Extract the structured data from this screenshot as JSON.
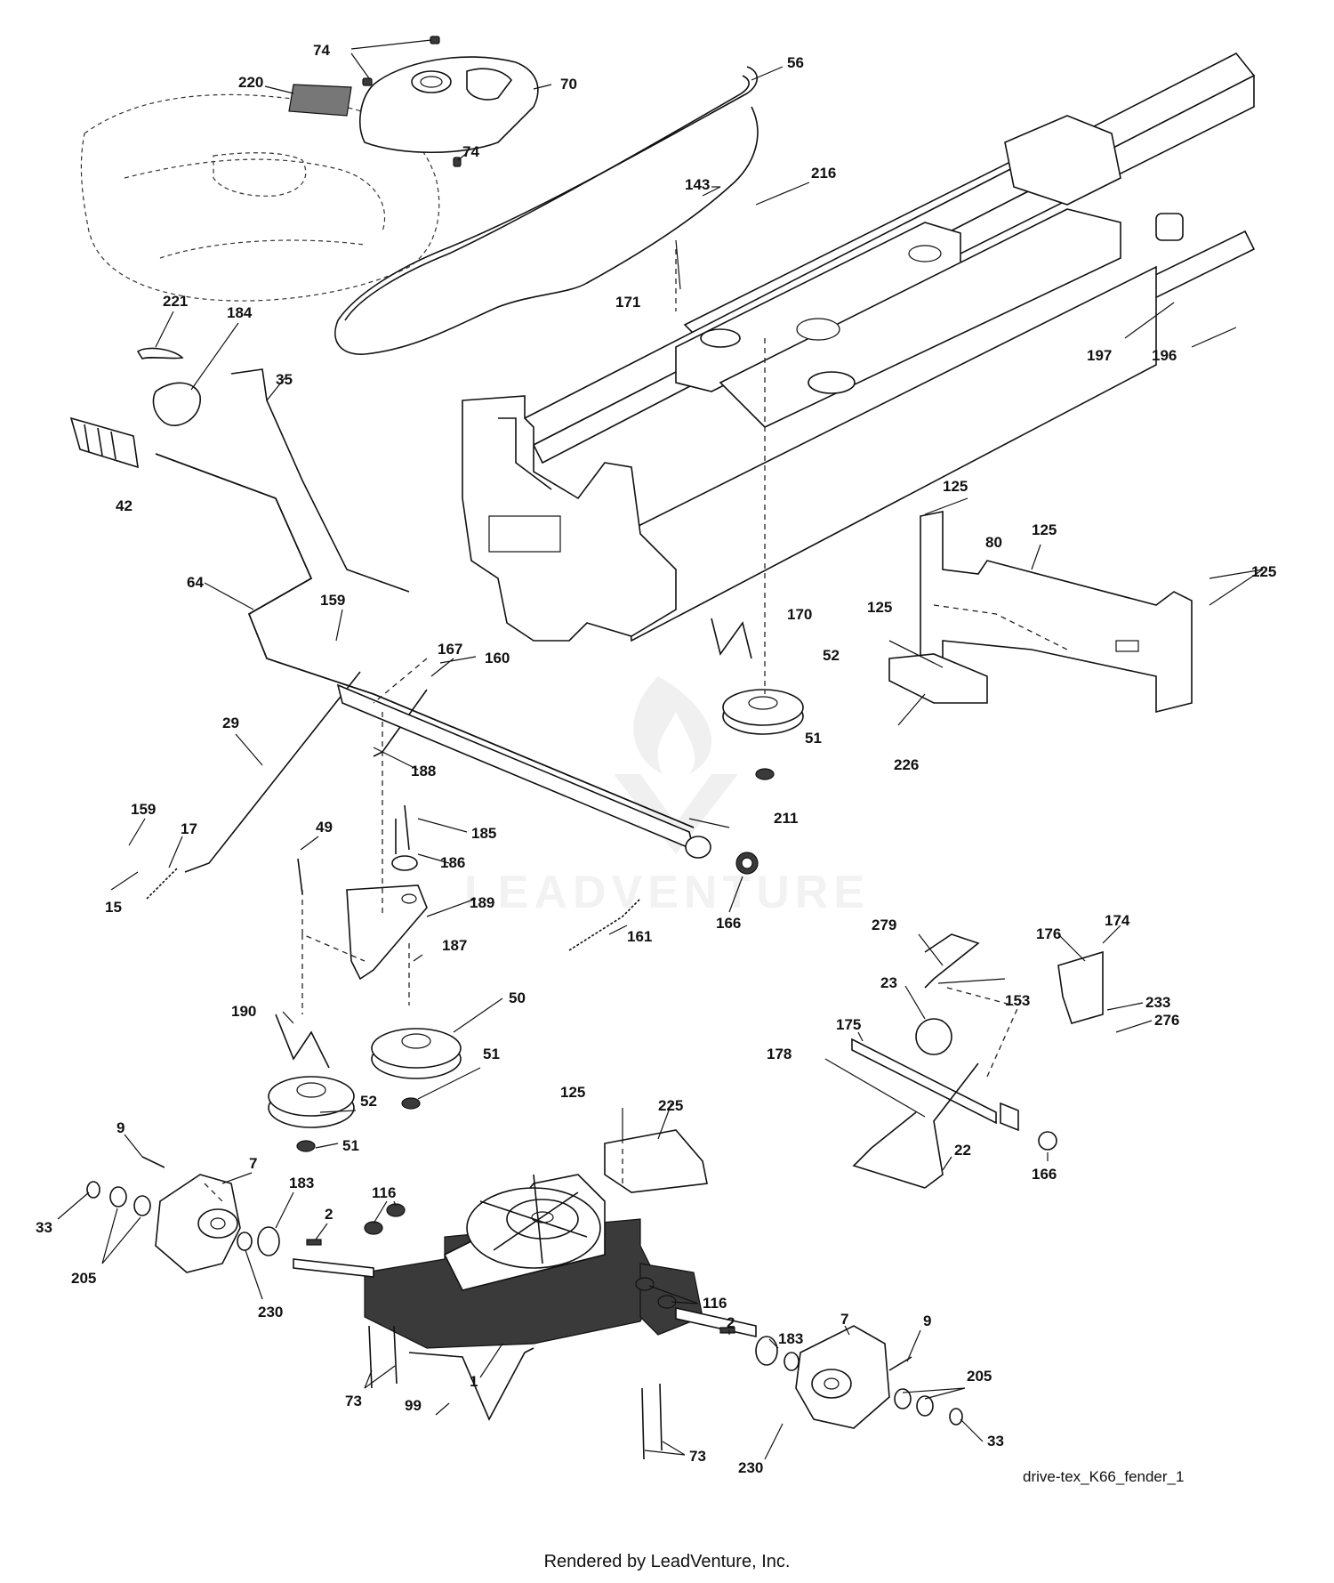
{
  "diagram": {
    "caption": "drive-tex_K66_fender_1",
    "footer": "Rendered by LeadVenture, Inc.",
    "watermark": "LEADVENTURE",
    "callouts": [
      {
        "id": "74",
        "text": "74"
      },
      {
        "id": "74b",
        "text": "74"
      },
      {
        "id": "220",
        "text": "220"
      },
      {
        "id": "70",
        "text": "70"
      },
      {
        "id": "56",
        "text": "56"
      },
      {
        "id": "143",
        "text": "143"
      },
      {
        "id": "216",
        "text": "216"
      },
      {
        "id": "171",
        "text": "171"
      },
      {
        "id": "197",
        "text": "197"
      },
      {
        "id": "196",
        "text": "196"
      },
      {
        "id": "221",
        "text": "221"
      },
      {
        "id": "184",
        "text": "184"
      },
      {
        "id": "35",
        "text": "35"
      },
      {
        "id": "42",
        "text": "42"
      },
      {
        "id": "125a",
        "text": "125"
      },
      {
        "id": "125b",
        "text": "125"
      },
      {
        "id": "125c",
        "text": "125"
      },
      {
        "id": "125d",
        "text": "125"
      },
      {
        "id": "80",
        "text": "80"
      },
      {
        "id": "64",
        "text": "64"
      },
      {
        "id": "159a",
        "text": "159"
      },
      {
        "id": "167",
        "text": "167"
      },
      {
        "id": "160",
        "text": "160"
      },
      {
        "id": "170",
        "text": "170"
      },
      {
        "id": "52a",
        "text": "52"
      },
      {
        "id": "51a",
        "text": "51"
      },
      {
        "id": "226",
        "text": "226"
      },
      {
        "id": "29",
        "text": "29"
      },
      {
        "id": "188",
        "text": "188"
      },
      {
        "id": "159b",
        "text": "159"
      },
      {
        "id": "17",
        "text": "17"
      },
      {
        "id": "49",
        "text": "49"
      },
      {
        "id": "185",
        "text": "185"
      },
      {
        "id": "211",
        "text": "211"
      },
      {
        "id": "186",
        "text": "186"
      },
      {
        "id": "15",
        "text": "15"
      },
      {
        "id": "189",
        "text": "189"
      },
      {
        "id": "166a",
        "text": "166"
      },
      {
        "id": "279",
        "text": "279"
      },
      {
        "id": "176",
        "text": "176"
      },
      {
        "id": "174",
        "text": "174"
      },
      {
        "id": "161",
        "text": "161"
      },
      {
        "id": "187",
        "text": "187"
      },
      {
        "id": "23",
        "text": "23"
      },
      {
        "id": "233",
        "text": "233"
      },
      {
        "id": "153",
        "text": "153"
      },
      {
        "id": "276",
        "text": "276"
      },
      {
        "id": "190",
        "text": "190"
      },
      {
        "id": "50",
        "text": "50"
      },
      {
        "id": "175",
        "text": "175"
      },
      {
        "id": "51b",
        "text": "51"
      },
      {
        "id": "178",
        "text": "178"
      },
      {
        "id": "52b",
        "text": "52"
      },
      {
        "id": "125e",
        "text": "125"
      },
      {
        "id": "225",
        "text": "225"
      },
      {
        "id": "9a",
        "text": "9"
      },
      {
        "id": "51c",
        "text": "51"
      },
      {
        "id": "7a",
        "text": "7"
      },
      {
        "id": "22",
        "text": "22"
      },
      {
        "id": "166b",
        "text": "166"
      },
      {
        "id": "183a",
        "text": "183"
      },
      {
        "id": "116a",
        "text": "116"
      },
      {
        "id": "33a",
        "text": "33"
      },
      {
        "id": "2a",
        "text": "2"
      },
      {
        "id": "205a",
        "text": "205"
      },
      {
        "id": "230a",
        "text": "230"
      },
      {
        "id": "116b",
        "text": "116"
      },
      {
        "id": "9b",
        "text": "9"
      },
      {
        "id": "2b",
        "text": "2"
      },
      {
        "id": "183b",
        "text": "183"
      },
      {
        "id": "7b",
        "text": "7"
      },
      {
        "id": "1",
        "text": "1"
      },
      {
        "id": "205b",
        "text": "205"
      },
      {
        "id": "73a",
        "text": "73"
      },
      {
        "id": "99",
        "text": "99"
      },
      {
        "id": "73b",
        "text": "73"
      },
      {
        "id": "33b",
        "text": "33"
      },
      {
        "id": "230b",
        "text": "230"
      }
    ]
  }
}
